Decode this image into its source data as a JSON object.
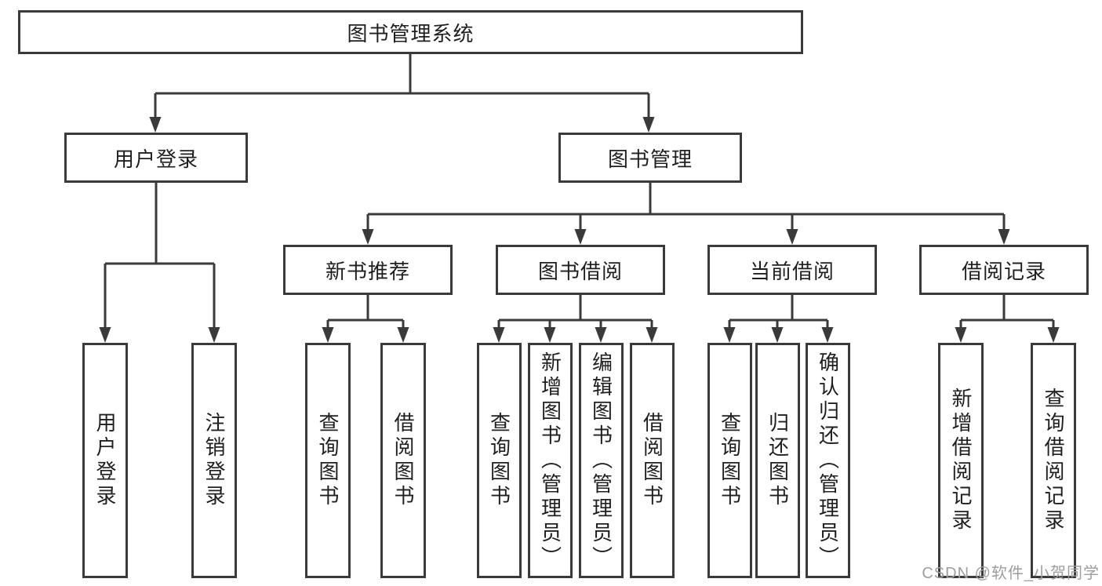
{
  "diagram": {
    "title": "图书管理系统",
    "colors": {
      "line": "#3a3a3a",
      "text": "#1f1f1f"
    },
    "level2": {
      "user_login": "用户登录",
      "book_mgmt": "图书管理"
    },
    "level3": {
      "new_books": "新书推荐",
      "book_borrow": "图书借阅",
      "current_borrow": "当前借阅",
      "borrow_records": "借阅记录"
    },
    "leaves": {
      "user_login_1": "用户登录",
      "user_login_2": "注销登录",
      "new_books_1": "查询图书",
      "new_books_2": "借阅图书",
      "book_borrow_1": "查询图书",
      "book_borrow_2": "新增图书（管理员）",
      "book_borrow_3": "编辑图书（管理员）",
      "book_borrow_4": "借阅图书",
      "current_borrow_1": "查询图书",
      "current_borrow_2": "归还图书",
      "current_borrow_3": "确认归还（管理员）",
      "borrow_records_1": "新增借阅记录",
      "borrow_records_2": "查询借阅记录"
    }
  },
  "watermark": {
    "text": "CSDN @软件_小贺同学",
    "color": "#9e9e9e"
  }
}
